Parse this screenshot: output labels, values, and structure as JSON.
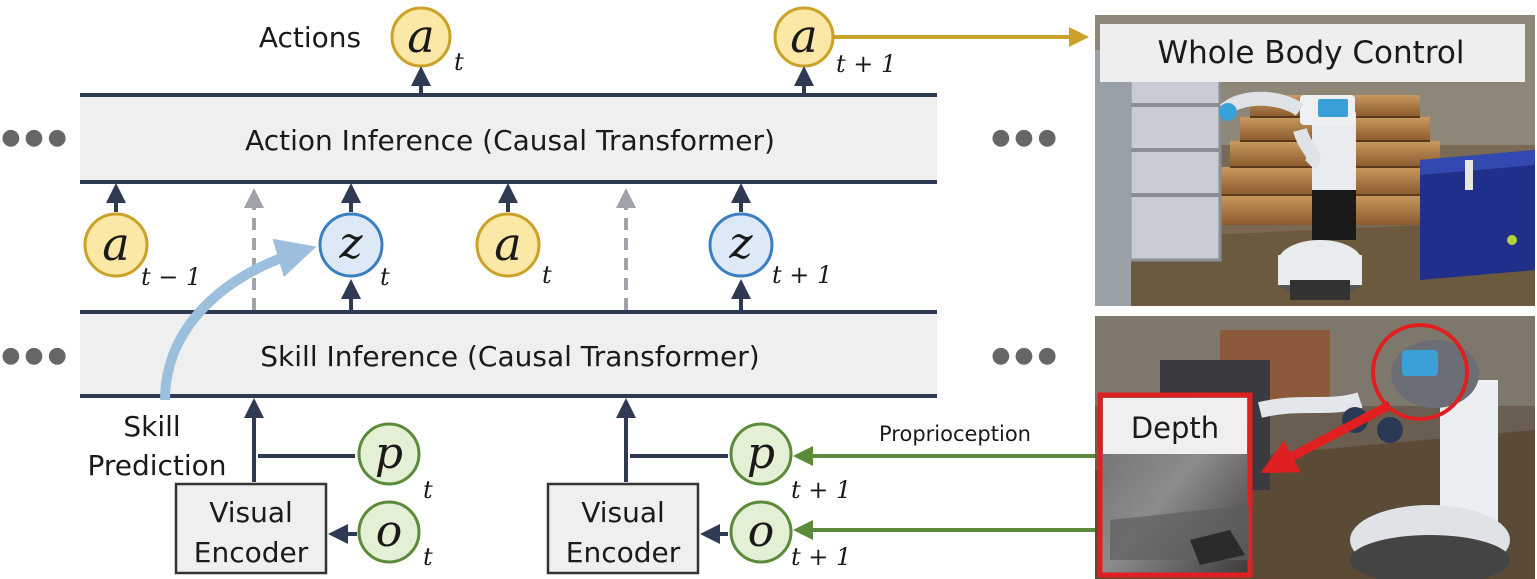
{
  "labels": {
    "actions": "Actions",
    "action_inference": "Action Inference (Causal Transformer)",
    "skill_inference": "Skill Inference (Causal Transformer)",
    "skill_prediction_line1": "Skill",
    "skill_prediction_line2": "Prediction",
    "proprioception": "Proprioception",
    "visual_encoder_line1": "Visual",
    "visual_encoder_line2": "Encoder",
    "whole_body_control": "Whole Body Control",
    "depth": "Depth",
    "ellipsis": "●●●"
  },
  "nodes": {
    "a_out_t": {
      "symbol": "a",
      "sub": "t"
    },
    "a_out_t1": {
      "symbol": "a",
      "sub": "t + 1"
    },
    "a_in_tm1": {
      "symbol": "a",
      "sub": "t − 1"
    },
    "z_t": {
      "symbol": "z",
      "sub": "t"
    },
    "a_in_t": {
      "symbol": "a",
      "sub": "t"
    },
    "z_t1": {
      "symbol": "z",
      "sub": "t + 1"
    },
    "p_t": {
      "symbol": "p",
      "sub": "t"
    },
    "o_t": {
      "symbol": "o",
      "sub": "t"
    },
    "p_t1": {
      "symbol": "p",
      "sub": "t + 1"
    },
    "o_t1": {
      "symbol": "o",
      "sub": "t + 1"
    }
  },
  "colors": {
    "gold": "#c9a227",
    "gold_fill": "#fbe7a6",
    "blue": "#3a7fc1",
    "blue_fill": "#dde9f7",
    "green": "#5b8a3a",
    "green_fill": "#e3f0d5",
    "navy": "#2f3b52",
    "band": "#efefef",
    "dashed": "#a0a4aa",
    "skill_arrow": "#9cbfde",
    "red": "#e02020"
  }
}
